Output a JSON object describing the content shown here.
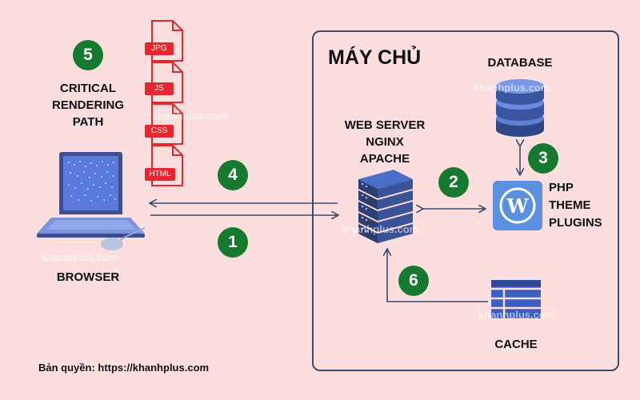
{
  "server_title": "MÁY CHỦ",
  "critical_path": [
    "CRITICAL",
    "RENDERING",
    "PATH"
  ],
  "browser_label": "BROWSER",
  "web_server": [
    "WEB SERVER",
    "NGINX",
    "APACHE"
  ],
  "database_label": "DATABASE",
  "php_labels": [
    "PHP",
    "THEME",
    "PLUGINS"
  ],
  "cache_label": "CACHE",
  "files": [
    "JPG",
    "JS",
    "CSS",
    "HTML"
  ],
  "steps": [
    "1",
    "2",
    "3",
    "4",
    "5",
    "6"
  ],
  "watermark": "khanhplus.com",
  "copyright": "Bản quyền: https://khanhplus.com",
  "icons": [
    "laptop-icon",
    "file-icon",
    "server-icon",
    "database-icon",
    "wordpress-icon",
    "cache-icon"
  ],
  "colors": {
    "background": "#fddede",
    "badge": "#157a2f",
    "file_red": "#e8262d",
    "box_border": "#3b4a6b",
    "icon_blue": "#4a6fc8"
  }
}
